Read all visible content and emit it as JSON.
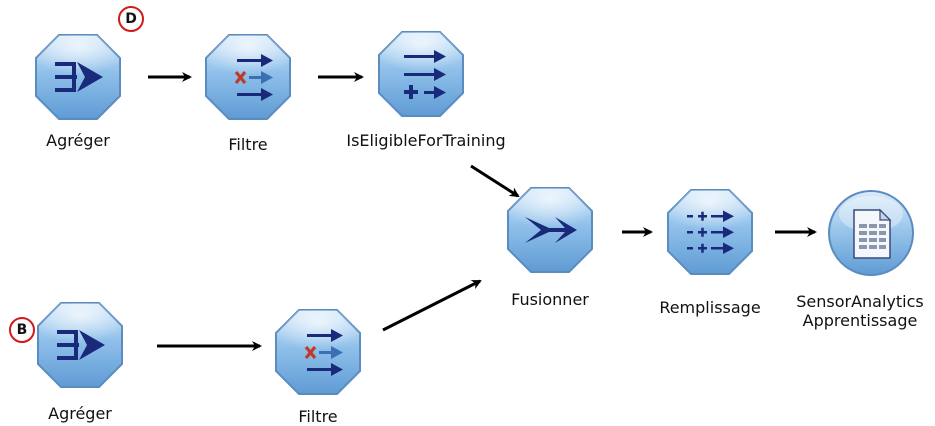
{
  "nodes": {
    "agreger_top": {
      "label": "Agréger",
      "badge": "D"
    },
    "filtre_top": {
      "label": "Filtre"
    },
    "eligible": {
      "label": "IsEligibleForTraining"
    },
    "agreger_bottom": {
      "label": "Agréger",
      "badge": "B"
    },
    "filtre_bottom": {
      "label": "Filtre"
    },
    "fusionner": {
      "label": "Fusionner"
    },
    "remplissage": {
      "label": "Remplissage"
    },
    "sensor": {
      "label_line1": "SensorAnalytics",
      "label_line2": "Apprentissage"
    }
  },
  "colors": {
    "node_fill": "#7fb2e0",
    "node_light": "#d8eafa",
    "node_stroke": "#5a8cbf",
    "glyph": "#1a2a7a",
    "badge_ring": "#d11a1a",
    "arrow": "#000000"
  }
}
